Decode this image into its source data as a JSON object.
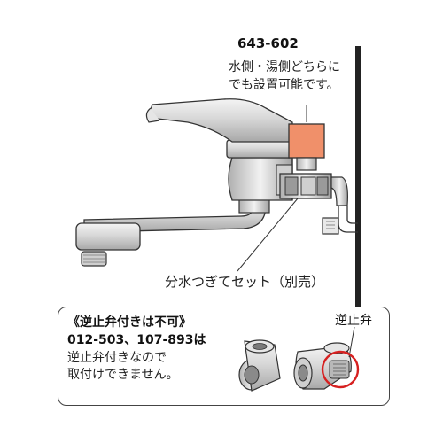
{
  "part": {
    "number": "643-602",
    "note_lines": [
      "水側・湯側どちらに",
      "でも設置可能です。"
    ],
    "accent_color": "#f0906a"
  },
  "set_label": "分水つぎてセット（別売）",
  "callout": {
    "title": "《逆止弁付きは不可》",
    "models": "012-503、107-893は",
    "note_lines": [
      "逆止弁付きなので",
      "取付けできません。"
    ],
    "valve_label": "逆止弁",
    "highlight_color": "#d62020"
  }
}
